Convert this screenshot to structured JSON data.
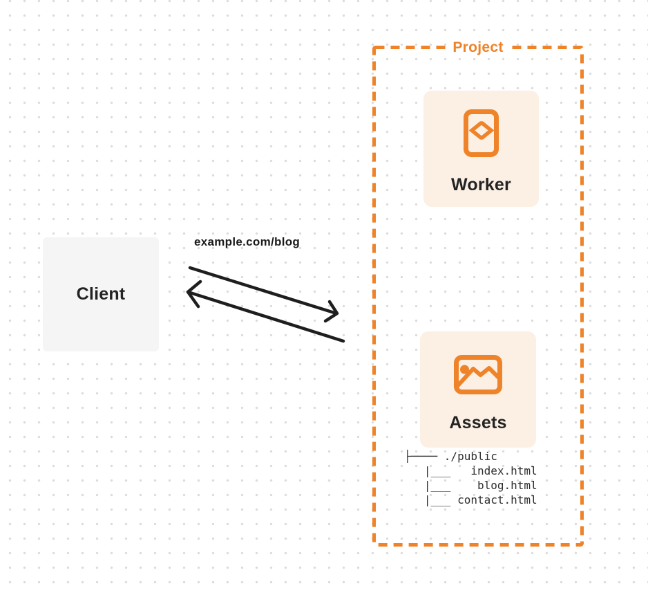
{
  "diagram": {
    "client": {
      "label": "Client"
    },
    "request": {
      "label": "example.com/blog"
    },
    "project": {
      "label": "Project",
      "worker": {
        "label": "Worker",
        "icon": "code-file-icon"
      },
      "assets": {
        "label": "Assets",
        "icon": "image-icon"
      },
      "file_tree": {
        "lines": [
          "├──── ./public",
          "   |___   index.html",
          "   |___    blog.html",
          "   |___ contact.html"
        ]
      }
    },
    "colors": {
      "orange": "#ee8329",
      "card_background": "#fcf0e4",
      "client_background": "#f5f5f6",
      "arrow": "#1e1e1e",
      "dot_grid": "#dcdcdc",
      "text_dark": "#232323"
    }
  }
}
